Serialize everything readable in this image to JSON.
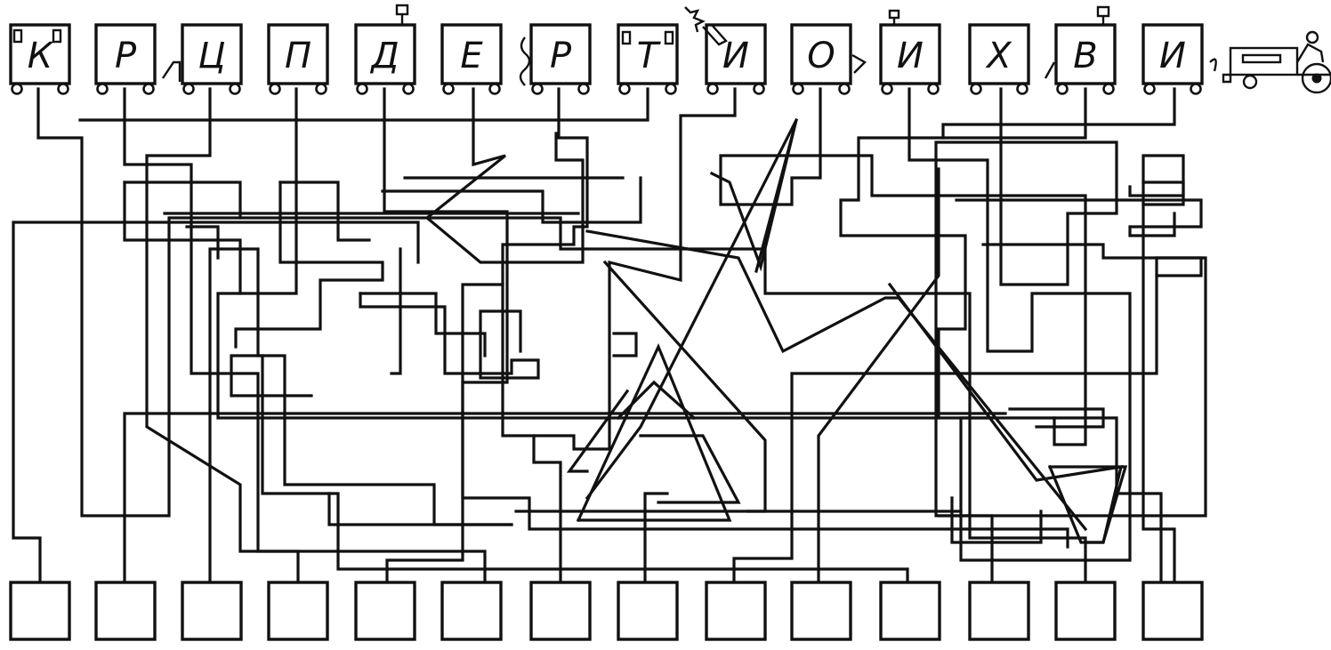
{
  "puzzle": {
    "wagons": [
      {
        "letter": "К"
      },
      {
        "letter": "Р"
      },
      {
        "letter": "Ц"
      },
      {
        "letter": "П"
      },
      {
        "letter": "Д"
      },
      {
        "letter": "Е"
      },
      {
        "letter": "Р"
      },
      {
        "letter": "Т"
      },
      {
        "letter": "И"
      },
      {
        "letter": "О"
      },
      {
        "letter": "И"
      },
      {
        "letter": "Х"
      },
      {
        "letter": "В"
      },
      {
        "letter": "И"
      }
    ],
    "answer_boxes": [
      {
        "value": ""
      },
      {
        "value": ""
      },
      {
        "value": ""
      },
      {
        "value": ""
      },
      {
        "value": ""
      },
      {
        "value": ""
      },
      {
        "value": ""
      },
      {
        "value": ""
      },
      {
        "value": ""
      },
      {
        "value": ""
      },
      {
        "value": ""
      },
      {
        "value": ""
      },
      {
        "value": ""
      },
      {
        "value": ""
      }
    ],
    "locomotive_icon": "locomotive-icon",
    "colors": {
      "ink": "#111111",
      "paper": "#ffffff"
    }
  }
}
